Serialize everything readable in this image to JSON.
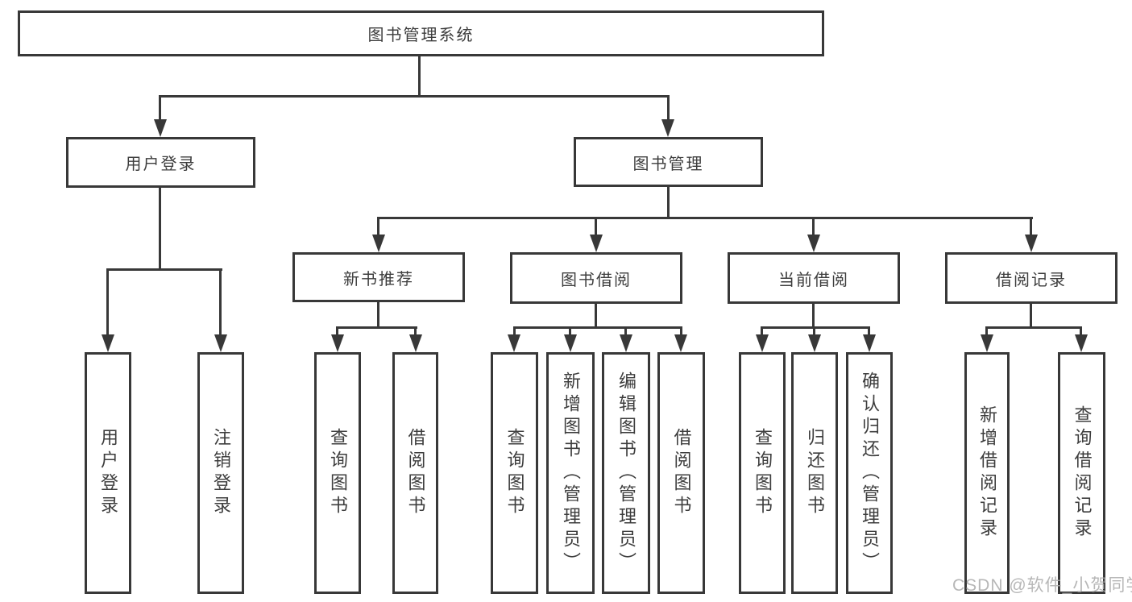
{
  "nodes": {
    "root": "图书管理系统",
    "user_login": "用户登录",
    "book_mgmt": "图书管理",
    "new_book_rec": "新书推荐",
    "book_borrow": "图书借阅",
    "current_borrow": "当前借阅",
    "borrow_record": "借阅记录",
    "leaf_user_login": "用户登录",
    "leaf_user_logout": "注销登录",
    "leaf_nb_query": "查询图书",
    "leaf_nb_borrow": "借阅图书",
    "leaf_bb_query": "查询图书",
    "leaf_bb_add": "新增图书（管理员）",
    "leaf_bb_edit": "编辑图书（管理员）",
    "leaf_bb_borrow": "借阅图书",
    "leaf_cb_query": "查询图书",
    "leaf_cb_return": "归还图书",
    "leaf_cb_confirm": "确认归还（管理员）",
    "leaf_br_add": "新增借阅记录",
    "leaf_br_query": "查询借阅记录"
  },
  "watermark": "CSDN @软件_小贺同学",
  "colors": {
    "line": "#383838",
    "text": "#3d3d3d",
    "watermark": "#aaaaaa",
    "background": "#ffffff"
  }
}
